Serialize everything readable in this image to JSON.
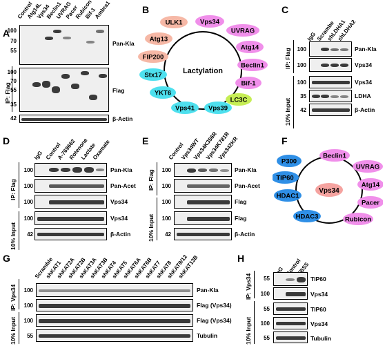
{
  "panels": {
    "A": {
      "letter": "A",
      "lanes": [
        "Control",
        "Atg14L",
        "Vps34",
        "Beclin1",
        "UVRAG",
        "Pacer",
        "Rubicon",
        "Bif-1",
        "Ambra1"
      ],
      "side_label": "IP: Flag",
      "mw_top": [
        "100",
        "70",
        "55"
      ],
      "mw_mid": [
        "100",
        "70",
        "55",
        "35"
      ],
      "mw_bot": [
        "42"
      ],
      "row_labels": [
        "Pan-Kla",
        "Flag",
        "β-Actin"
      ]
    },
    "B": {
      "letter": "B",
      "center": "Lactylation",
      "nodes": [
        {
          "label": "ULK1",
          "color": "#f6b8a6"
        },
        {
          "label": "Vps34",
          "color": "#f08fea"
        },
        {
          "label": "UVRAG",
          "color": "#f08fea"
        },
        {
          "label": "Atg13",
          "color": "#f6b8a6"
        },
        {
          "label": "Atg14",
          "color": "#f08fea"
        },
        {
          "label": "FIP200",
          "color": "#f6b8a6"
        },
        {
          "label": "Beclin1",
          "color": "#f08fea"
        },
        {
          "label": "Stx17",
          "color": "#4ee0ee"
        },
        {
          "label": "Bif-1",
          "color": "#f08fea"
        },
        {
          "label": "YKT6",
          "color": "#4ee0ee"
        },
        {
          "label": "LC3C",
          "color": "#c6ee55"
        },
        {
          "label": "Vps41",
          "color": "#4ee0ee"
        },
        {
          "label": "Vps39",
          "color": "#4ee0ee"
        }
      ]
    },
    "C": {
      "letter": "C",
      "lanes": [
        "IgG",
        "Scrambe",
        "shLDHA1",
        "shLDHA2"
      ],
      "side_top": "IP: Flag",
      "side_bot": "10% Input",
      "mw": [
        "100",
        "100",
        "100",
        "35",
        "42"
      ],
      "row_labels": [
        "Pan-Kla",
        "Vps34",
        "Vps34",
        "LDHA",
        "β-Actin"
      ]
    },
    "D": {
      "letter": "D",
      "lanes": [
        "IgG",
        "Control",
        "A-769662",
        "Rotenone",
        "Lactate",
        "Oxamate"
      ],
      "side_top": "IP: Flag",
      "side_bot": "10% Input",
      "mw": [
        "100",
        "100",
        "100",
        "100",
        "42"
      ],
      "row_labels": [
        "Pan-Kla",
        "Pan-Acet",
        "Vps34",
        "Vps34",
        "β-Actin"
      ]
    },
    "E": {
      "letter": "E",
      "lanes": [
        "Control",
        "Vps34WT",
        "Vps34K356R",
        "Vps34K781R",
        "Vps342KR"
      ],
      "side_top": "IP: Flag",
      "side_bot": "10% Input",
      "mw": [
        "100",
        "100",
        "100",
        "100",
        "42"
      ],
      "row_labels": [
        "Pan-Kla",
        "Pan-Acet",
        "Flag",
        "Flag",
        "β-Actin"
      ]
    },
    "F": {
      "letter": "F",
      "center": "Vps34",
      "center_color": "#f5a3a0",
      "nodes": [
        {
          "label": "Beclin1",
          "color": "#f08fea"
        },
        {
          "label": "P300",
          "color": "#2f8fe6"
        },
        {
          "label": "UVRAG",
          "color": "#f08fea"
        },
        {
          "label": "TIP60",
          "color": "#2f8fe6"
        },
        {
          "label": "Atg14",
          "color": "#f08fea"
        },
        {
          "label": "HDAC1",
          "color": "#2f8fe6"
        },
        {
          "label": "Pacer",
          "color": "#f08fea"
        },
        {
          "label": "HDAC3",
          "color": "#2f8fe6"
        },
        {
          "label": "Rubicon",
          "color": "#f08fea"
        }
      ]
    },
    "G": {
      "letter": "G",
      "lanes": [
        "Scramble",
        "shKAT1",
        "shKAT2A",
        "shKAT2B",
        "shKAT3A",
        "shKAT3B",
        "shKAT4",
        "shKAT5",
        "shKAT6A",
        "shKAT6B",
        "shKAT7",
        "shKAT8",
        "shKAT9/12",
        "shKAT13B"
      ],
      "side_top": "IP: Vps34",
      "side_bot": "10% Input",
      "mw": [
        "100",
        "100",
        "100",
        "55"
      ],
      "row_labels": [
        "Pan-Kla",
        "Flag (Vps34)",
        "Flag (Vps34)",
        "Tubulin"
      ]
    },
    "H": {
      "letter": "H",
      "lanes": [
        "IgG",
        "Control",
        "EBSS"
      ],
      "side_top": "IP: Vps34",
      "side_bot": "10% Input",
      "mw": [
        "55",
        "100",
        "55",
        "100",
        "55"
      ],
      "row_labels": [
        "TIP60",
        "Vps34",
        "TIP60",
        "Vps34",
        "Tubulin"
      ]
    }
  }
}
